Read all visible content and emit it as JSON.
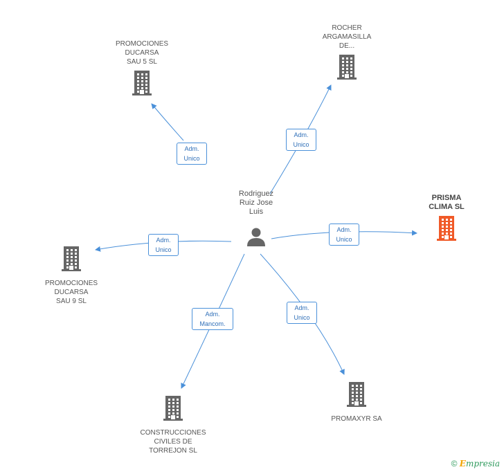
{
  "colors": {
    "edge": "#4a90d9",
    "building": "#666666",
    "focus": "#f05a28"
  },
  "center": {
    "name": "Rodriguez\nRuiz Jose\nLuis",
    "icon": "person-icon"
  },
  "companies": [
    {
      "id": "promociones-ducarsa-5",
      "name": "PROMOCIONES\nDUCARSA\nSAU 5 SL",
      "role": "Adm.\nUnico",
      "focus": false
    },
    {
      "id": "rocher-argamasilla",
      "name": "ROCHER\nARGAMASILLA\nDE...",
      "role": "Adm.\nUnico",
      "focus": false
    },
    {
      "id": "prisma-clima",
      "name": "PRISMA\nCLIMA SL",
      "role": "Adm.\nUnico",
      "focus": true
    },
    {
      "id": "promociones-ducarsa-9",
      "name": "PROMOCIONES\nDUCARSA\nSAU 9 SL",
      "role": "Adm.\nUnico",
      "focus": false
    },
    {
      "id": "construcciones-civiles",
      "name": "CONSTRUCCIONES\nCIVILES DE\nTORREJON SL",
      "role": "Adm.\nMancom.",
      "focus": false
    },
    {
      "id": "promaxyr",
      "name": "PROMAXYR SA",
      "role": "Adm.\nUnico",
      "focus": false
    }
  ],
  "footer": {
    "copyright": "©",
    "brand_first": "E",
    "brand_rest": "mpresia"
  }
}
